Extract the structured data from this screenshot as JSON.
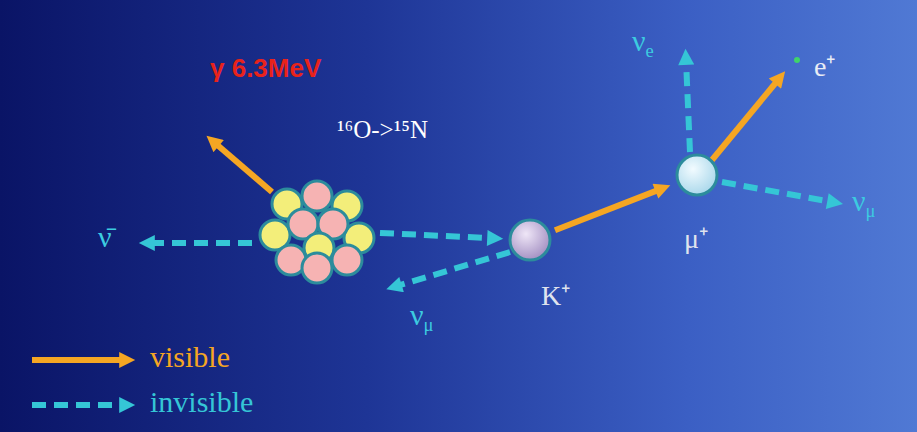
{
  "diagram": {
    "nodes": [
      {
        "text": [
          "¹⁶O->¹⁵N"
        ]
      },
      {
        "text": [
          "K⁺"
        ]
      },
      {
        "text": [
          "μ⁺"
        ]
      }
    ],
    "edges": [
      {
        "from": 0,
        "to": 1,
        "arrow": "to"
      },
      {
        "from": 1,
        "to": 2,
        "arrow": "to"
      }
    ],
    "labels": [
      "γ 6.3MeV",
      "ν̄",
      "νμ",
      "νe",
      "e⁺",
      "νμ"
    ],
    "legend": [
      {
        "text": "visible"
      },
      {
        "text": "invisible"
      }
    ]
  }
}
